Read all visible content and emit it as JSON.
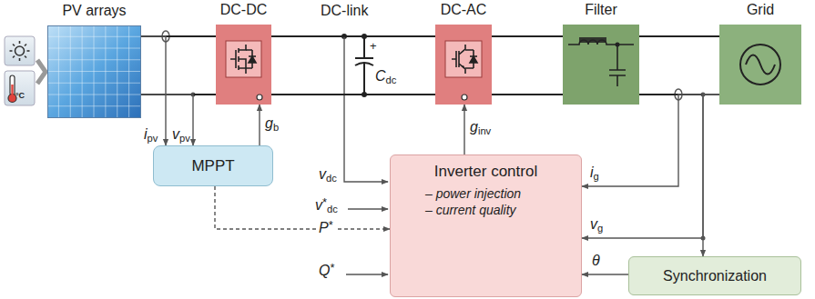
{
  "diagram": {
    "nodes": [
      {
        "text": [
          "PV arrays"
        ]
      },
      {
        "text": [
          "DC-DC"
        ]
      },
      {
        "text": [
          "DC-AC"
        ]
      },
      {
        "text": [
          "Filter"
        ]
      },
      {
        "text": [
          "Grid"
        ]
      },
      {
        "text": [
          "MPPT"
        ]
      },
      {
        "text": [
          "Inverter control",
          "– power injection",
          "– current quality"
        ]
      },
      {
        "text": [
          "Synchronization"
        ]
      }
    ],
    "edges": [
      {
        "from": 0,
        "to": 1,
        "arrow": "none"
      },
      {
        "from": 1,
        "to": 2,
        "arrow": "none"
      },
      {
        "from": 2,
        "to": 3,
        "arrow": "none"
      },
      {
        "from": 3,
        "to": 4,
        "arrow": "none"
      },
      {
        "from": 0,
        "to": 5,
        "label": "ipv",
        "arrow": "to"
      },
      {
        "from": 0,
        "to": 5,
        "label": "vpv",
        "arrow": "to"
      },
      {
        "from": 5,
        "to": 1,
        "label": "gb",
        "arrow": "to"
      },
      {
        "from": 5,
        "to": 6,
        "label": "P*",
        "arrow": "to"
      },
      {
        "from": 6,
        "to": 2,
        "label": "ginv",
        "arrow": "to"
      },
      {
        "from": 4,
        "to": 6,
        "label": "ig",
        "arrow": "to"
      },
      {
        "from": 4,
        "to": 6,
        "label": "vg",
        "arrow": "to"
      },
      {
        "from": 4,
        "to": 7,
        "arrow": "to"
      },
      {
        "from": 7,
        "to": 6,
        "label": "θ",
        "arrow": "to"
      }
    ],
    "labels": [
      "°C",
      "DC-link",
      "+",
      "Cdc",
      "vdc",
      "v*dc",
      "Q*"
    ]
  }
}
